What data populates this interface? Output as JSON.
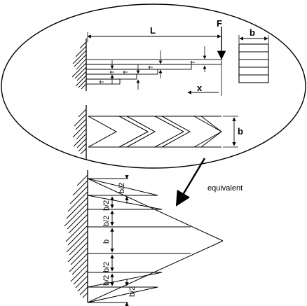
{
  "labels": {
    "length": "L",
    "force": "F",
    "width": "b",
    "x_axis": "x",
    "fan_width": "b",
    "equivalent": "equivalent",
    "half_width": "b/2",
    "center_width": "b"
  },
  "colors": {
    "stroke": "#000000",
    "background": "#ffffff"
  },
  "icons": {
    "arrow": "arrow-icon",
    "hatch": "wall-hatch"
  }
}
